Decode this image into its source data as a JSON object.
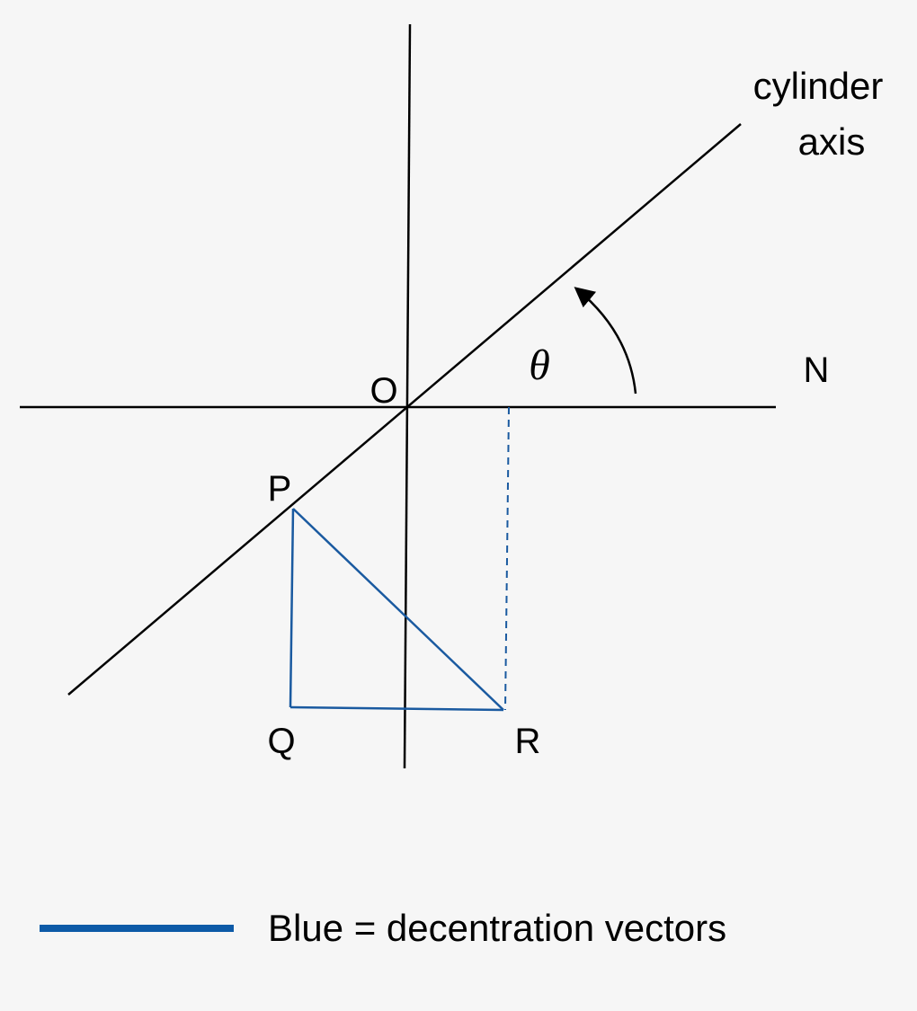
{
  "labels": {
    "axis_line_1": "cylinder",
    "axis_line_2": "axis",
    "angle": "θ",
    "origin": "O",
    "n": "N",
    "p": "P",
    "q": "Q",
    "r": "R"
  },
  "legend": {
    "text": "Blue = decentration vectors"
  },
  "colors": {
    "background": "#f6f6f6",
    "line": "#000000",
    "vector": "#1a5aa0",
    "legend_swatch": "#0d5aa7"
  }
}
